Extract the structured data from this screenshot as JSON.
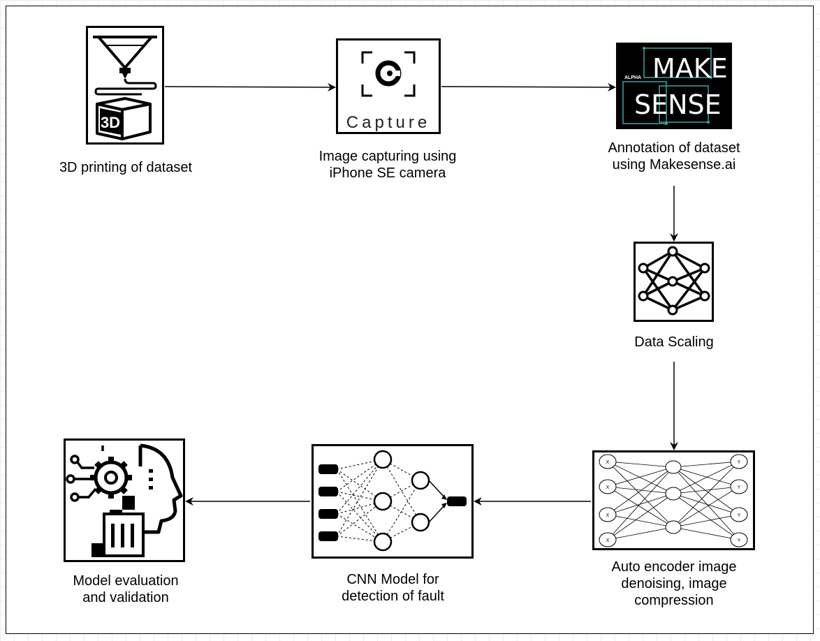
{
  "nodes": {
    "printing": {
      "label": "3D printing of dataset",
      "icon": "3d-printer-icon",
      "badge": "3D"
    },
    "capture": {
      "label": "Image capturing using\niPhone SE camera",
      "icon": "camera-capture-icon",
      "logo_text": "Capture"
    },
    "annotation": {
      "label": "Annotation of dataset\nusing Makesense.ai",
      "icon": "makesense-logo-icon",
      "logo_line1": "MAKE",
      "logo_line2": "SENSE",
      "logo_alpha": "ALPHA"
    },
    "scaling": {
      "label": "Data Scaling",
      "icon": "neural-network-icon"
    },
    "autoencoder": {
      "label": "Auto encoder image\ndenoising, image\ncompression",
      "icon": "autoencoder-icon",
      "input_symbol": "X",
      "output_symbol": "Y"
    },
    "cnn": {
      "label": "CNN Model for\ndetection of fault",
      "icon": "cnn-network-icon"
    },
    "evaluation": {
      "label": "Model evaluation\nand validation",
      "icon": "ai-head-gear-icon"
    }
  },
  "edges": [
    {
      "from": "printing",
      "to": "capture"
    },
    {
      "from": "capture",
      "to": "annotation"
    },
    {
      "from": "annotation",
      "to": "scaling"
    },
    {
      "from": "scaling",
      "to": "autoencoder"
    },
    {
      "from": "autoencoder",
      "to": "cnn"
    },
    {
      "from": "cnn",
      "to": "evaluation"
    }
  ],
  "colors": {
    "stroke": "#000000",
    "logo_bg": "#000000",
    "logo_accent": "#3aa6a0",
    "background": "#ffffff"
  }
}
